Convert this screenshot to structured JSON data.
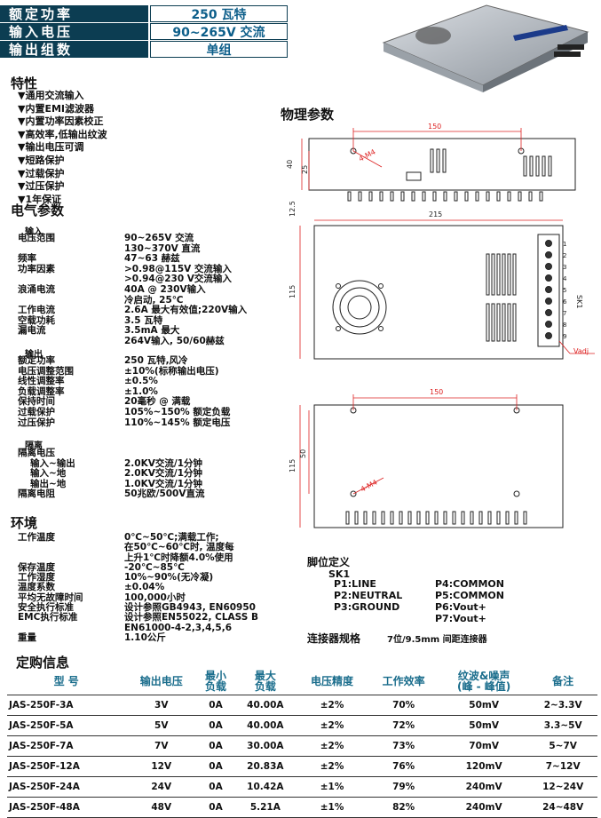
{
  "header": {
    "rows": [
      {
        "label": "额定功率",
        "value": "250 瓦特"
      },
      {
        "label": "输入电压",
        "value": "90~265V 交流"
      },
      {
        "label": "输出组数",
        "value": "单组"
      }
    ]
  },
  "features": {
    "title": "特性",
    "items": [
      "▼通用交流输入",
      "▼内置EMI滤波器",
      "▼内置功率因素校正",
      "▼高效率,低输出纹波",
      "▼输出电压可调",
      "▼短路保护",
      "▼过载保护",
      "▼过压保护",
      "▼1年保证"
    ]
  },
  "electrical": {
    "title": "电气参数",
    "input_title": "输入",
    "input": [
      {
        "k": "电压范围",
        "v": "90~265V 交流"
      },
      {
        "k": "",
        "v": "130~370V 直流"
      },
      {
        "k": "频率",
        "v": "47~63 赫兹"
      },
      {
        "k": "功率因素",
        "v": ">0.98@115V 交流输入"
      },
      {
        "k": "",
        "v": ">0.94@230 V交流输入"
      },
      {
        "k": "浪涌电流",
        "v": "40A @ 230V输入"
      },
      {
        "k": "",
        "v": "冷启动, 25℃"
      },
      {
        "k": "工作电流",
        "v": "2.6A 最大有效值;220V输入"
      },
      {
        "k": "空载功耗",
        "v": "3.5 瓦特"
      },
      {
        "k": "漏电流",
        "v": "3.5mA 最大"
      },
      {
        "k": "",
        "v": "264V输入, 50/60赫兹"
      }
    ],
    "output_title": "输出",
    "output": [
      {
        "k": "额定功率",
        "v": "250 瓦特,风冷"
      },
      {
        "k": "电压调整范围",
        "v": "±10%(标称输出电压)"
      },
      {
        "k": "线性调整率",
        "v": "±0.5%"
      },
      {
        "k": "负载调整率",
        "v": "±1.0%"
      },
      {
        "k": "保持时间",
        "v": "20毫秒 @ 满载"
      },
      {
        "k": "过载保护",
        "v": "105%~150% 额定负载"
      },
      {
        "k": "过压保护",
        "v": "110%~145% 额定电压"
      }
    ],
    "isolation_title": "隔离",
    "isolation": [
      {
        "k": "隔离电压",
        "v": ""
      },
      {
        "k": "输入~输出",
        "v": "2.0KV交流/1分钟"
      },
      {
        "k": "输入~地",
        "v": "2.0KV交流/1分钟"
      },
      {
        "k": "输出~地",
        "v": "1.0KV交流/1分钟"
      },
      {
        "k": "隔离电阻",
        "v": "50兆欧/500V直流"
      }
    ]
  },
  "environment": {
    "title": "环境",
    "items": [
      {
        "k": "工作温度",
        "v": "0℃~50℃;满载工作;"
      },
      {
        "k": "",
        "v": "在50℃~60℃时, 温度每"
      },
      {
        "k": "",
        "v": "上升1℃时降额4.0%使用"
      },
      {
        "k": "保存温度",
        "v": "-20℃~85℃"
      },
      {
        "k": "工作湿度",
        "v": "10%~90%(无冷凝)"
      },
      {
        "k": "温度系数",
        "v": "±0.04%"
      },
      {
        "k": "平均无故障时间",
        "v": "100,000小时"
      },
      {
        "k": "安全执行标准",
        "v": "设计参照GB4943, EN60950"
      },
      {
        "k": "EMC执行标准",
        "v": "设计参照EN55022, CLASS B"
      },
      {
        "k": "",
        "v": "EN61000-4-2,3,4,5,6"
      },
      {
        "k": "重量",
        "v": "1.10公斤"
      }
    ]
  },
  "physical": {
    "title": "物理参数",
    "dims": {
      "top_width": "150",
      "side_h1": "40",
      "side_h2": "25",
      "gap": "12.5",
      "width": "215",
      "height": "115",
      "bottom_width": "150",
      "bottom_h": "115",
      "bottom_h2": "50",
      "screw": "4-M4",
      "screw2": "4-M4",
      "terminal": "SK1",
      "vadj": "Vadj"
    },
    "terminal_numbers": [
      "1",
      "2",
      "3",
      "4",
      "5",
      "6",
      "7",
      "8",
      "9"
    ]
  },
  "pins": {
    "title": "脚位定义",
    "connector": "SK1",
    "left": [
      "P1:LINE",
      "P2:NEUTRAL",
      "P3:GROUND"
    ],
    "right": [
      "P4:COMMON",
      "P5:COMMON",
      "P6:Vout+",
      "P7:Vout+"
    ],
    "spec_label": "连接器规格",
    "spec_value": "7位/9.5mm 间距连接器"
  },
  "ordering": {
    "title": "定购信息",
    "headers": [
      "型 号",
      "输出电压",
      "最小\n负载",
      "最大\n负载",
      "电压精度",
      "工作效率",
      "纹波&噪声\n(峰 - 峰值)",
      "备注"
    ],
    "rows": [
      [
        "JAS-250F-3A",
        "3V",
        "0A",
        "40.00A",
        "±2%",
        "70%",
        "50mV",
        "2~3.3V"
      ],
      [
        "JAS-250F-5A",
        "5V",
        "0A",
        "40.00A",
        "±2%",
        "72%",
        "50mV",
        "3.3~5V"
      ],
      [
        "JAS-250F-7A",
        "7V",
        "0A",
        "30.00A",
        "±2%",
        "73%",
        "70mV",
        "5~7V"
      ],
      [
        "JAS-250F-12A",
        "12V",
        "0A",
        "20.83A",
        "±2%",
        "76%",
        "120mV",
        "7~12V"
      ],
      [
        "JAS-250F-24A",
        "24V",
        "0A",
        "10.42A",
        "±1%",
        "79%",
        "240mV",
        "12~24V"
      ],
      [
        "JAS-250F-48A",
        "48V",
        "0A",
        "5.21A",
        "±1%",
        "82%",
        "240mV",
        "24~48V"
      ]
    ]
  }
}
